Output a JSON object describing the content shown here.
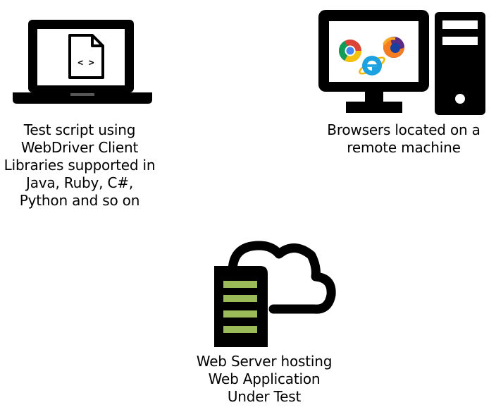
{
  "nodes": [
    {
      "id": "client",
      "icon": "laptop-with-code-file-icon",
      "caption_lines": [
        "Test script using",
        "WebDriver Client",
        "Libraries supported in",
        "Java, Ruby, C#,",
        "Python and so on"
      ],
      "code_glyph": "< >"
    },
    {
      "id": "remote",
      "icon": "desktop-computer-with-browsers-icon",
      "caption_lines": [
        "Browsers located on a",
        "remote machine"
      ],
      "browsers": [
        "chrome-icon",
        "firefox-icon",
        "internet-explorer-icon"
      ]
    },
    {
      "id": "server",
      "icon": "server-with-cloud-icon",
      "caption_lines": [
        "Web Server hosting",
        "Web Application",
        "Under Test"
      ]
    }
  ],
  "colors": {
    "icon_dark": "#000000",
    "server_bar_green": "#9bbb59",
    "chrome_red": "#db4437",
    "chrome_yellow": "#f4c20d",
    "chrome_green": "#0f9d58",
    "chrome_blue": "#4285f4",
    "firefox_orange": "#f57c1f",
    "firefox_purple": "#5b2a86",
    "ie_blue": "#1ea1e0",
    "ie_gold": "#f2b705"
  }
}
